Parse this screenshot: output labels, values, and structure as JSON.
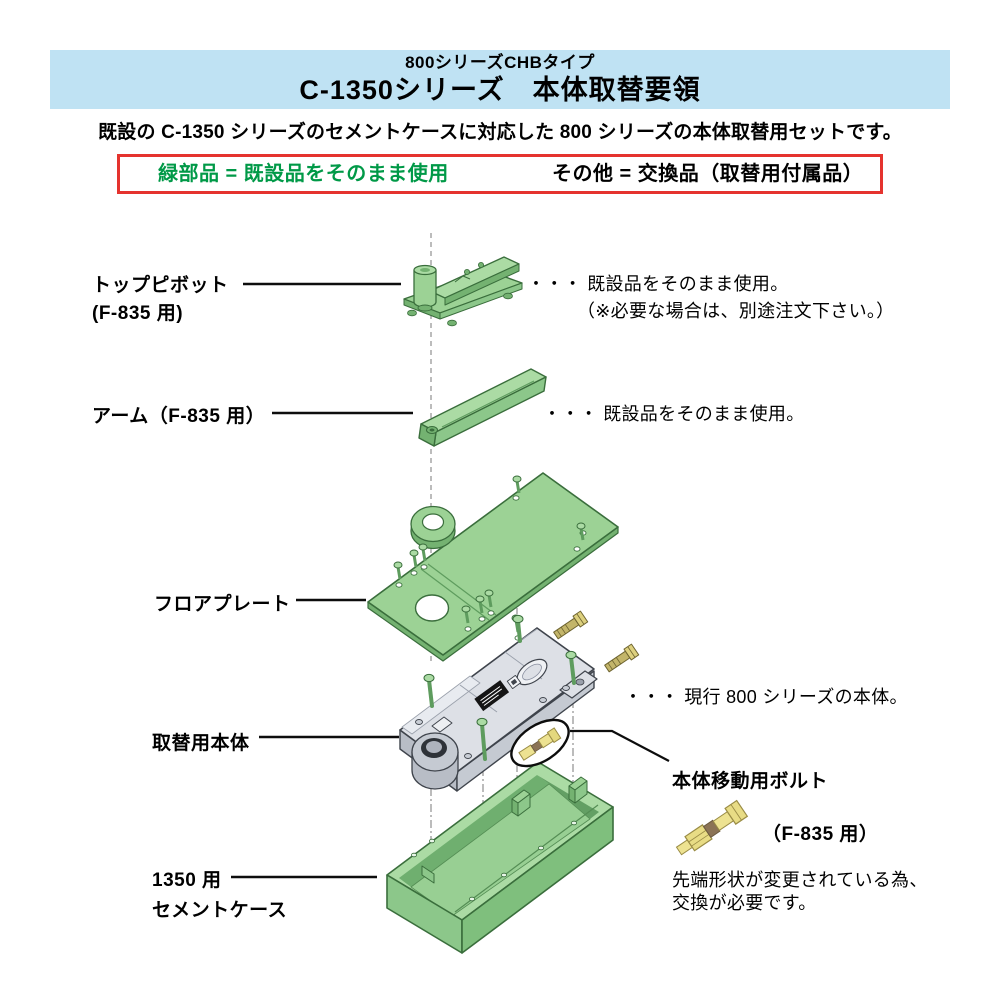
{
  "header": {
    "subtitle": "800シリーズCHBタイプ",
    "title": "C-1350シリーズ　本体取替要領",
    "bar_color": "#BFE2F3"
  },
  "intro": "既設の C-1350 シリーズのセメントケースに対応した 800 シリーズの本体取替用セットです。",
  "legend": {
    "green_rule": "緑部品 = 既設品をそのまま使用",
    "other_rule": "その他 = 交換品（取替用付属品）",
    "green_color": "#009947",
    "border_color": "#E5332E"
  },
  "diagram": {
    "parts": [
      {
        "id": "top-pivot",
        "label_line1": "トップピボット",
        "label_line2": "(F-835 用)",
        "note_line1": "・・・ 既設品をそのまま使用。",
        "note_line2": "（※必要な場合は、別途注文下さい。）",
        "color": "#9CD295"
      },
      {
        "id": "arm",
        "label_line1": "アーム（F-835 用）",
        "note_line1": "・・・ 既設品をそのまま使用。",
        "color": "#9CD295"
      },
      {
        "id": "floor-plate",
        "label_line1": "フロアプレート",
        "color": "#9CD295"
      },
      {
        "id": "replacement-body",
        "label_line1": "取替用本体",
        "note_line1": "・・・ 現行 800 シリーズの本体。",
        "color": "#DDE0E6"
      },
      {
        "id": "cement-case",
        "label_line1": "1350 用",
        "label_line2": "セメントケース",
        "color": "#8CC78A"
      }
    ],
    "callout": {
      "title": "本体移動用ボルト",
      "subtitle": "（F-835 用）",
      "note_line1": "先端形状が変更されている為、",
      "note_line2": "交換が必要です。",
      "bolt_color": "#EDE291"
    }
  }
}
